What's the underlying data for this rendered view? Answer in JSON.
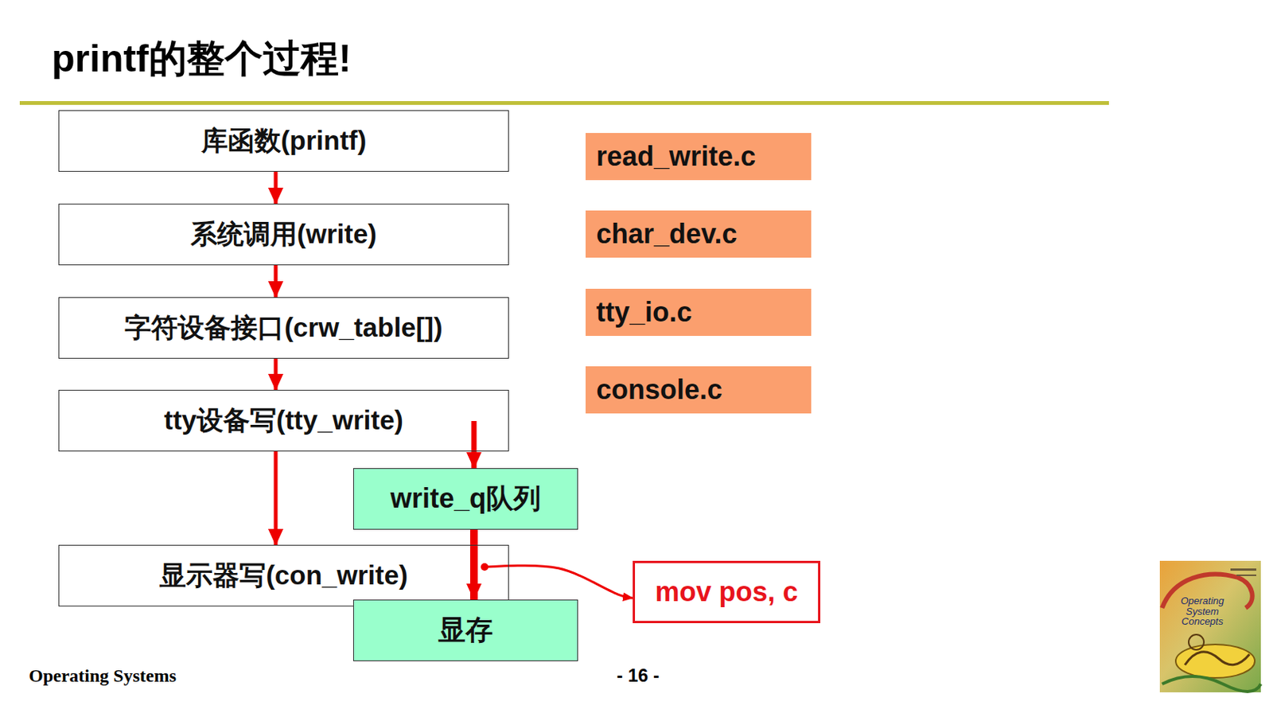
{
  "diagram": {
    "title": "printf的整个过程!",
    "nodes": [
      {
        "text": [
          "库函数(printf)"
        ]
      },
      {
        "text": [
          "read_write.c"
        ]
      },
      {
        "text": [
          "系统调用(write)"
        ]
      },
      {
        "text": [
          "char_dev.c"
        ]
      },
      {
        "text": [
          "字符设备接口(crw_table[])"
        ]
      },
      {
        "text": [
          "tty_io.c"
        ]
      },
      {
        "text": [
          "tty设备写(tty_write)"
        ]
      },
      {
        "text": [
          "console.c"
        ]
      },
      {
        "text": [
          "write_q队列"
        ]
      },
      {
        "text": [
          "显示器写(con_write)"
        ]
      },
      {
        "text": [
          "显存"
        ]
      },
      {
        "text": [
          "mov pos, c"
        ]
      }
    ],
    "edges": [
      {
        "from": 0,
        "to": 2,
        "arrow": "to"
      },
      {
        "from": 2,
        "to": 4,
        "arrow": "to"
      },
      {
        "from": 4,
        "to": 6,
        "arrow": "to"
      },
      {
        "from": 6,
        "to": 8,
        "arrow": "to"
      },
      {
        "from": 6,
        "to": 9,
        "arrow": "to"
      },
      {
        "from": 8,
        "to": 10,
        "arrow": "to"
      },
      {
        "from": 9,
        "to": 11,
        "arrow": "to"
      }
    ],
    "labels": [
      "Operating Systems",
      "- 16 -",
      "Operating System Concepts"
    ]
  }
}
